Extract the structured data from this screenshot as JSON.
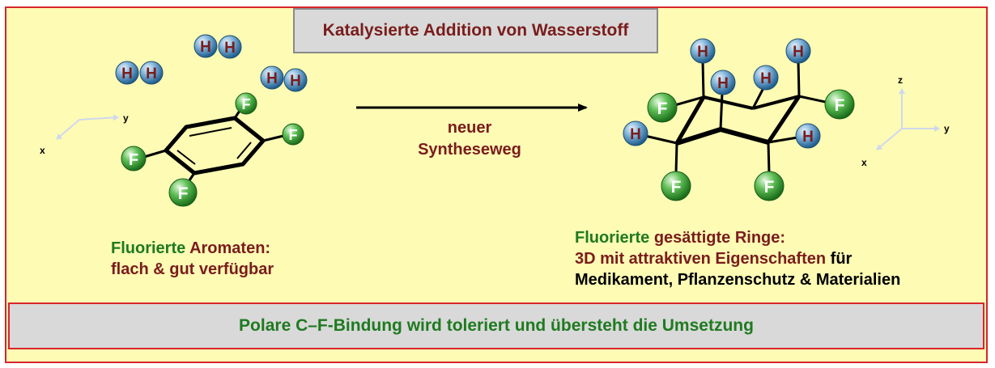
{
  "title": "Katalysierte Addition von Wasserstoff",
  "arrow_label": {
    "line1": "neuer",
    "line2": "Syntheseweg"
  },
  "left_caption": {
    "word1": "Fluorierte",
    "word2": "Aromaten:",
    "line2": "flach & gut verfügbar"
  },
  "right_caption": {
    "word1": "Fluorierte",
    "word2": "gesättigte Ringe:",
    "line2_colored": "3D mit attraktiven Eigenschaften",
    "line2_rest": "für",
    "line3": "Medikament, Pflanzenschutz & Materialien"
  },
  "bottom_text": "Polare C–F-Bindung wird toleriert und übersteht die Umsetzung",
  "atoms": {
    "hydrogen": "H",
    "fluorine": "F"
  },
  "axes_left": {
    "x": "x",
    "y": "y"
  },
  "axes_right": {
    "x": "x",
    "y": "y",
    "z": "z"
  },
  "colors": {
    "frame_border": "#d7262b",
    "background": "#fdfbb4",
    "box_fill": "#d9d9d9",
    "green_text": "#1f7a20",
    "brown_text": "#7a1c1c",
    "hydrogen_atom": "#3a7fb5",
    "fluorine_atom": "#2f9a2f"
  }
}
